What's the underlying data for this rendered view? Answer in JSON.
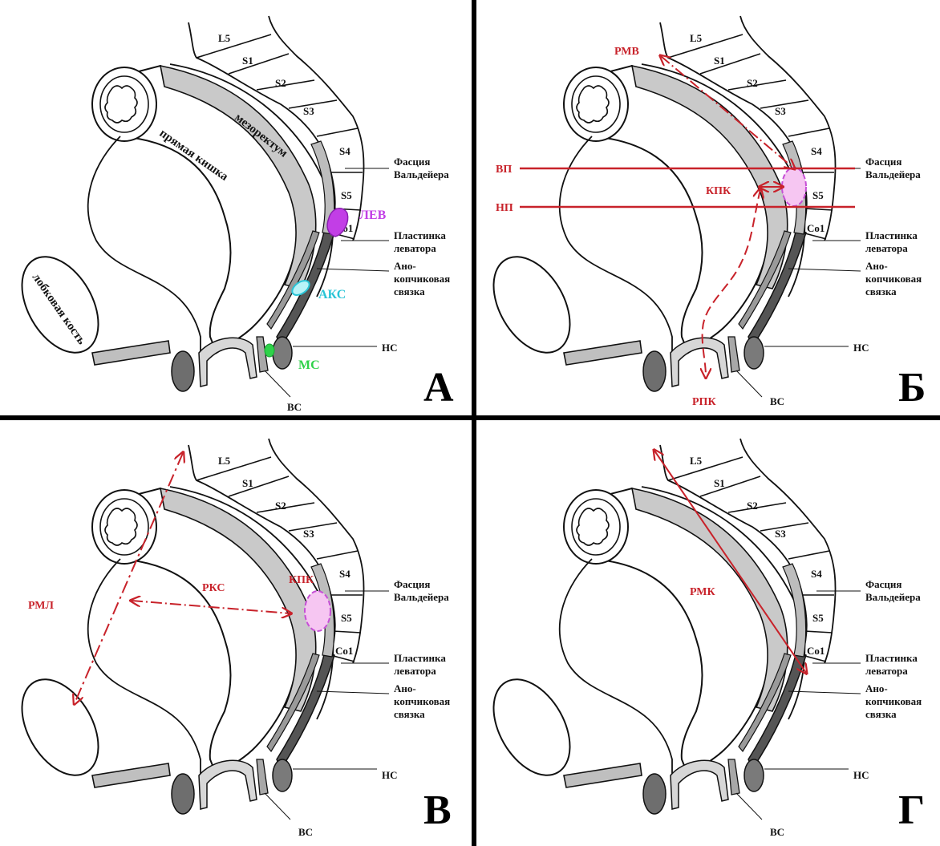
{
  "colors": {
    "annotation_red": "#c8222a",
    "lev_magenta": "#c23ee6",
    "aks_cyan": "#29c4d6",
    "ms_green": "#2fd24a",
    "kpk_pink_fill": "#f6c6f2",
    "kpk_pink_stroke": "#c64fd6",
    "tissue_gray": "#c9c9c9",
    "muscle_dark": "#555555"
  },
  "common": {
    "vertebrae": [
      "L5",
      "S1",
      "S2",
      "S3",
      "S4",
      "S5",
      "Co1"
    ],
    "fascia_label_1": "Фасция",
    "fascia_label_2": "Вальдейера",
    "plate_label_1": "Пластинка",
    "plate_label_2": "леватора",
    "ligament_label_1": "Ано-",
    "ligament_label_2": "копчиковая",
    "ligament_label_3": "связка",
    "hs_label": "НС",
    "vs_label": "ВС"
  },
  "panels": {
    "A": {
      "letter": "А",
      "rectum": "прямая кишка",
      "mesorectum": "мезоректум",
      "pubic_bone": "лобковая кость",
      "lev": "ЛЕВ",
      "aks": "АКС",
      "ms": "МС"
    },
    "B": {
      "letter": "Б",
      "rmv": "РМВ",
      "vp": "ВП",
      "np": "НП",
      "kpk": "КПК",
      "rpk": "РПК"
    },
    "V": {
      "letter": "В",
      "rml": "РМЛ",
      "rks": "РКС",
      "kpk": "КПК"
    },
    "G": {
      "letter": "Г",
      "rmk": "РМК"
    }
  }
}
